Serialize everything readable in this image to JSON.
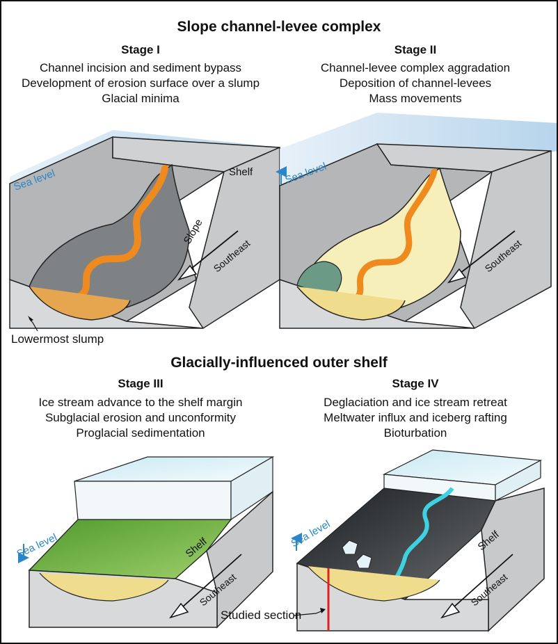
{
  "top_title": "Slope channel-levee complex",
  "bottom_title": "Glacially-influenced outer shelf",
  "panels": [
    {
      "stage": "Stage I",
      "lines": [
        "Channel incision and sediment bypass",
        "Development of erosion surface over a slump",
        "Glacial minima"
      ],
      "labels": {
        "sea_level": "Sea level",
        "shelf": "Shelf",
        "slope": "Slope",
        "direction": "Southeast",
        "callout": "Lowermost slump"
      }
    },
    {
      "stage": "Stage II",
      "lines": [
        "Channel-levee complex aggradation",
        "Deposition of channel-levees",
        "Mass movements"
      ],
      "labels": {
        "sea_level": "Sea level",
        "direction": "Southeast"
      }
    },
    {
      "stage": "Stage III",
      "lines": [
        "Ice stream advance to the shelf margin",
        "Subglacial erosion and unconformity",
        "Proglacial sedimentation"
      ],
      "labels": {
        "sea_level": "Sea level",
        "shelf": "Shelf",
        "direction": "Southeast"
      }
    },
    {
      "stage": "Stage IV",
      "lines": [
        "Deglaciation and ice stream retreat",
        "Meltwater influx and iceberg rafting",
        "Bioturbation"
      ],
      "labels": {
        "sea_level": "Sea level",
        "shelf": "Shelf",
        "direction": "Southeast",
        "callout": "Studied section"
      }
    }
  ],
  "colors": {
    "sea": "#bcd7ec",
    "sea_text": "#2a86c8",
    "slope_grey": "#9fa1a4",
    "channel_orange": "#ef8a1f",
    "levee_yellow": "#f6efb9",
    "slump_green": "#6b9a86",
    "shelf_green": "#6fa83f",
    "ice": "#e4f3f8",
    "dark_shelf": "#2b2f33",
    "meltwater": "#3ed1e0",
    "section_red": "#e02020"
  }
}
